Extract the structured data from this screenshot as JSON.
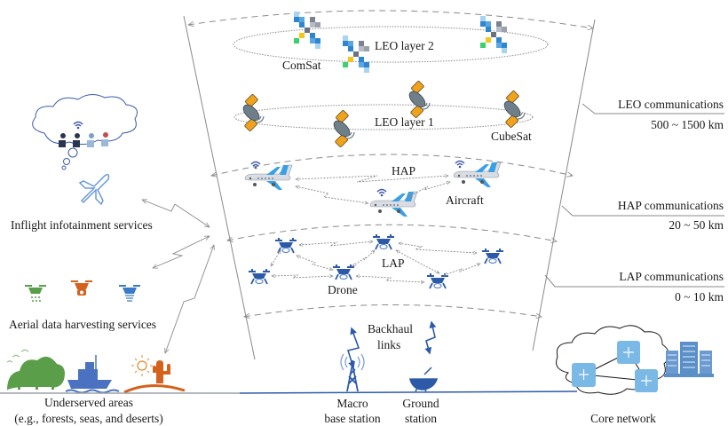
{
  "layers": {
    "leo2": {
      "label": "LEO layer 2",
      "node_label": "ComSat"
    },
    "leo1": {
      "label": "LEO layer 1",
      "node_label": "CubeSat"
    },
    "hap": {
      "label": "HAP",
      "node_label": "Aircraft"
    },
    "lap": {
      "label": "LAP",
      "node_label": "Drone"
    }
  },
  "right_labels": {
    "leo": {
      "title": "LEO communications",
      "range": "500 ~ 1500 km"
    },
    "hap": {
      "title": "HAP communications",
      "range": "20 ~ 50 km"
    },
    "lap": {
      "title": "LAP communications",
      "range": "0 ~ 10 km"
    }
  },
  "services": {
    "inflight": "Inflight infotainment services",
    "aerial": "Aerial data harvesting services",
    "underserved_line1": "Underserved areas",
    "underserved_line2": "(e.g., forests, seas, and deserts)"
  },
  "ground": {
    "backhaul_line1": "Backhaul",
    "backhaul_line2": "links",
    "macro_line1": "Macro",
    "macro_line2": "base station",
    "gs_line1": "Ground",
    "gs_line2": "station",
    "core": "Core network"
  },
  "colors": {
    "line_gray": "#8a8a8a",
    "comsat_blue": "#2f86d0",
    "cubesat_orange": "#f0a21c",
    "cubesat_body": "#6f7f8a",
    "aircraft_blue": "#3aa0e6",
    "drone_blue": "#2c5aa8",
    "tower_blue": "#2c5aa8",
    "forest_green": "#5a9e4a",
    "ship_blue": "#4a72c0",
    "desert_orange": "#d4611c",
    "switch_blue": "#7ab8e6",
    "server_blue": "#5b8fc8"
  }
}
